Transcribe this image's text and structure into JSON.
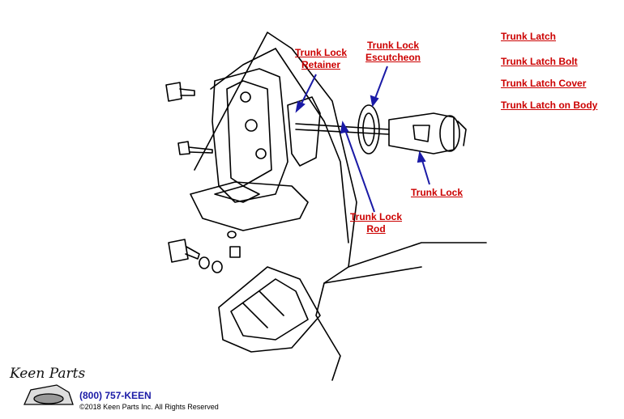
{
  "callouts": {
    "retainer_line1": "Trunk Lock",
    "retainer_line2": "Retainer",
    "escutcheon_line1": "Trunk Lock",
    "escutcheon_line2": "Escutcheon",
    "rod_line1": "Trunk Lock",
    "rod_line2": "Rod",
    "lock": "Trunk Lock"
  },
  "side_links": [
    "Trunk Latch",
    "Trunk Latch Bolt",
    "Trunk Latch Cover",
    "Trunk Latch on Body"
  ],
  "footer": {
    "logo": "Keen Parts",
    "phone": "(800) 757-KEEN",
    "copyright": "©2018 Keen Parts Inc. All Rights Reserved"
  },
  "colors": {
    "link": "#cc0000",
    "arrow": "#1a1aa6",
    "phone": "#1a1aa6"
  }
}
